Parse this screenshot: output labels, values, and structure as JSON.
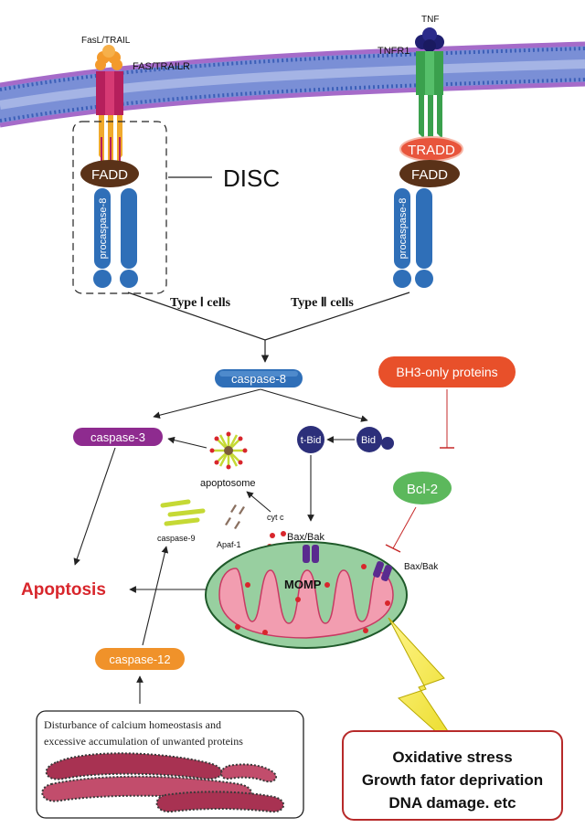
{
  "labels": {
    "fasl_trail": "FasL/TRAIL",
    "fas_trailr": "FAS/TRAILR",
    "tnf": "TNF",
    "tnfr1": "TNFR1",
    "tradd": "TRADD",
    "fadd": "FADD",
    "disc": "DISC",
    "procaspase8": "procaspase-8",
    "type1": "Type Ⅰ cells",
    "type2": "Type Ⅱ cells",
    "caspase8": "caspase-8",
    "bh3": "BH3-only proteins",
    "caspase3": "caspase-3",
    "tbid": "t-Bid",
    "bid": "Bid",
    "bcl2": "Bcl-2",
    "apoptosome": "apoptosome",
    "cytc": "cyt c",
    "caspase9": "caspase-9",
    "apaf1": "Apaf-1",
    "baxbak": "Bax/Bak",
    "momp": "MOMP",
    "apoptosis": "Apoptosis",
    "caspase12": "caspase-12",
    "er_line1": "Disturbance of calcium homeostasis and",
    "er_line2": "excessive accumulation of unwanted proteins",
    "stress_line1": "Oxidative stress",
    "stress_line2": "Growth fator deprivation",
    "stress_line3": "DNA damage. etc"
  },
  "colors": {
    "membrane_blue": "#4a6fc0",
    "membrane_purple": "#a56bc9",
    "fadd_brown": "#5a3218",
    "caspase_blue": "#2f6fb8",
    "caspase3_purple": "#8e2b8f",
    "bid_navy": "#2c2f7a",
    "bcl2_green": "#5cb85c",
    "bh3_orange": "#e8502a",
    "tradd_red": "#e8553c",
    "apoptosis_red": "#d8262c",
    "caspase12_orange": "#f0922a",
    "mito_outer": "#98cfa0",
    "mito_inner": "#f29db0",
    "stress_border": "#b72a2a",
    "bolt_yellow": "#f2e629"
  }
}
